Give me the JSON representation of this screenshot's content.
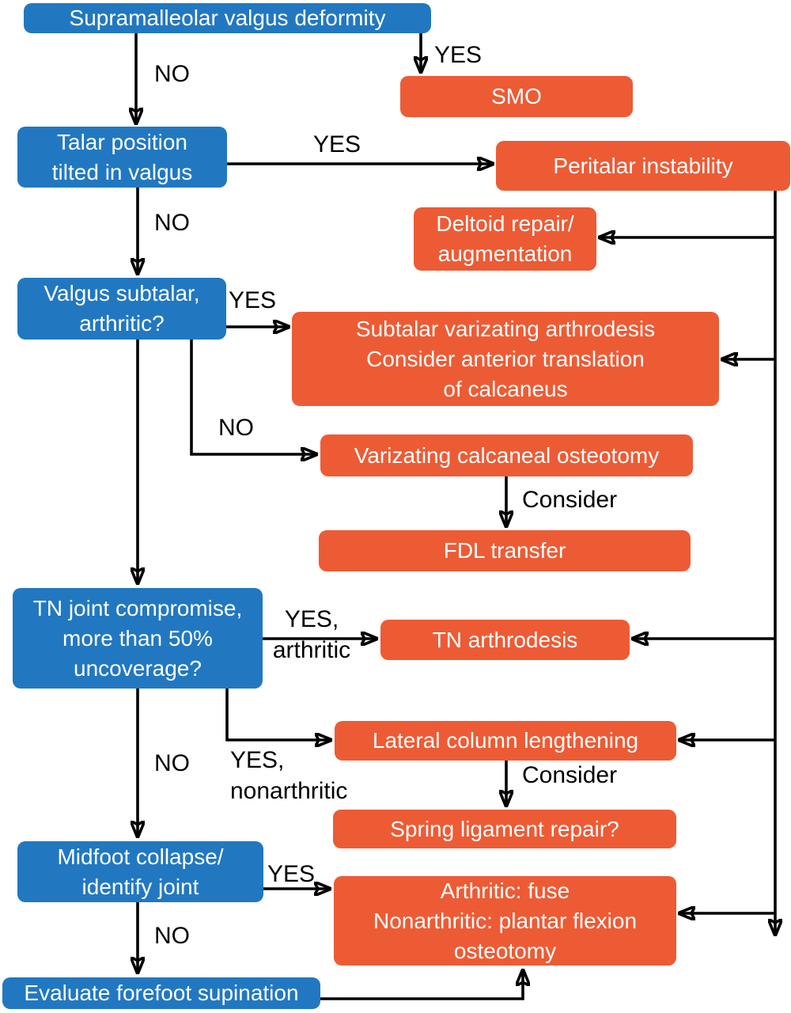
{
  "colors": {
    "decision_fill": "#2178c1",
    "action_fill": "#ed5b35",
    "box_text": "#ffffff",
    "label_text": "#000000",
    "arrow": "#000000",
    "background": "#ffffff"
  },
  "nodes": {
    "supramalleolar": {
      "type": "decision",
      "label": "Supramalleolar valgus deformity"
    },
    "talar_position": {
      "type": "decision",
      "label": "Talar position\ntilted in valgus"
    },
    "valgus_subtalar": {
      "type": "decision",
      "label": "Valgus subtalar,\narthritic?"
    },
    "tn_joint": {
      "type": "decision",
      "label": "TN joint compromise,\nmore than 50%\nuncoverage?"
    },
    "midfoot": {
      "type": "decision",
      "label": "Midfoot collapse/\nidentify joint"
    },
    "evaluate_forefoot": {
      "type": "decision",
      "label": "Evaluate forefoot supination"
    },
    "smo": {
      "type": "action",
      "label": "SMO"
    },
    "peritalar": {
      "type": "action",
      "label": "Peritalar instability"
    },
    "deltoid": {
      "type": "action",
      "label": "Deltoid repair/\naugmentation"
    },
    "subtalar_arthrodesis": {
      "type": "action",
      "label": "Subtalar varizating arthrodesis\nConsider anterior translation\nof calcaneus"
    },
    "varizating_osteotomy": {
      "type": "action",
      "label": "Varizating calcaneal osteotomy"
    },
    "fdl_transfer": {
      "type": "action",
      "label": "FDL transfer"
    },
    "tn_arthrodesis": {
      "type": "action",
      "label": "TN arthrodesis"
    },
    "lateral_column": {
      "type": "action",
      "label": "Lateral column lengthening"
    },
    "spring_ligament": {
      "type": "action",
      "label": "Spring ligament repair?"
    },
    "arthritic_fuse": {
      "type": "action",
      "label": "Arthritic: fuse\nNonarthritic: plantar flexion\nosteotomy"
    }
  },
  "edge_labels": {
    "no_supramalleolar": "NO",
    "yes_smo": "YES",
    "yes_peritalar": "YES",
    "no_talar": "NO",
    "yes_subtalar": "YES",
    "no_subtalar": "NO",
    "consider_fdl": "Consider",
    "yes_arthritic": "YES,\narthritic",
    "no_tn": "NO",
    "yes_nonarthritic": "YES,\nnonarthritic",
    "consider_spring": "Consider",
    "yes_midfoot": "YES",
    "no_midfoot": "NO"
  }
}
